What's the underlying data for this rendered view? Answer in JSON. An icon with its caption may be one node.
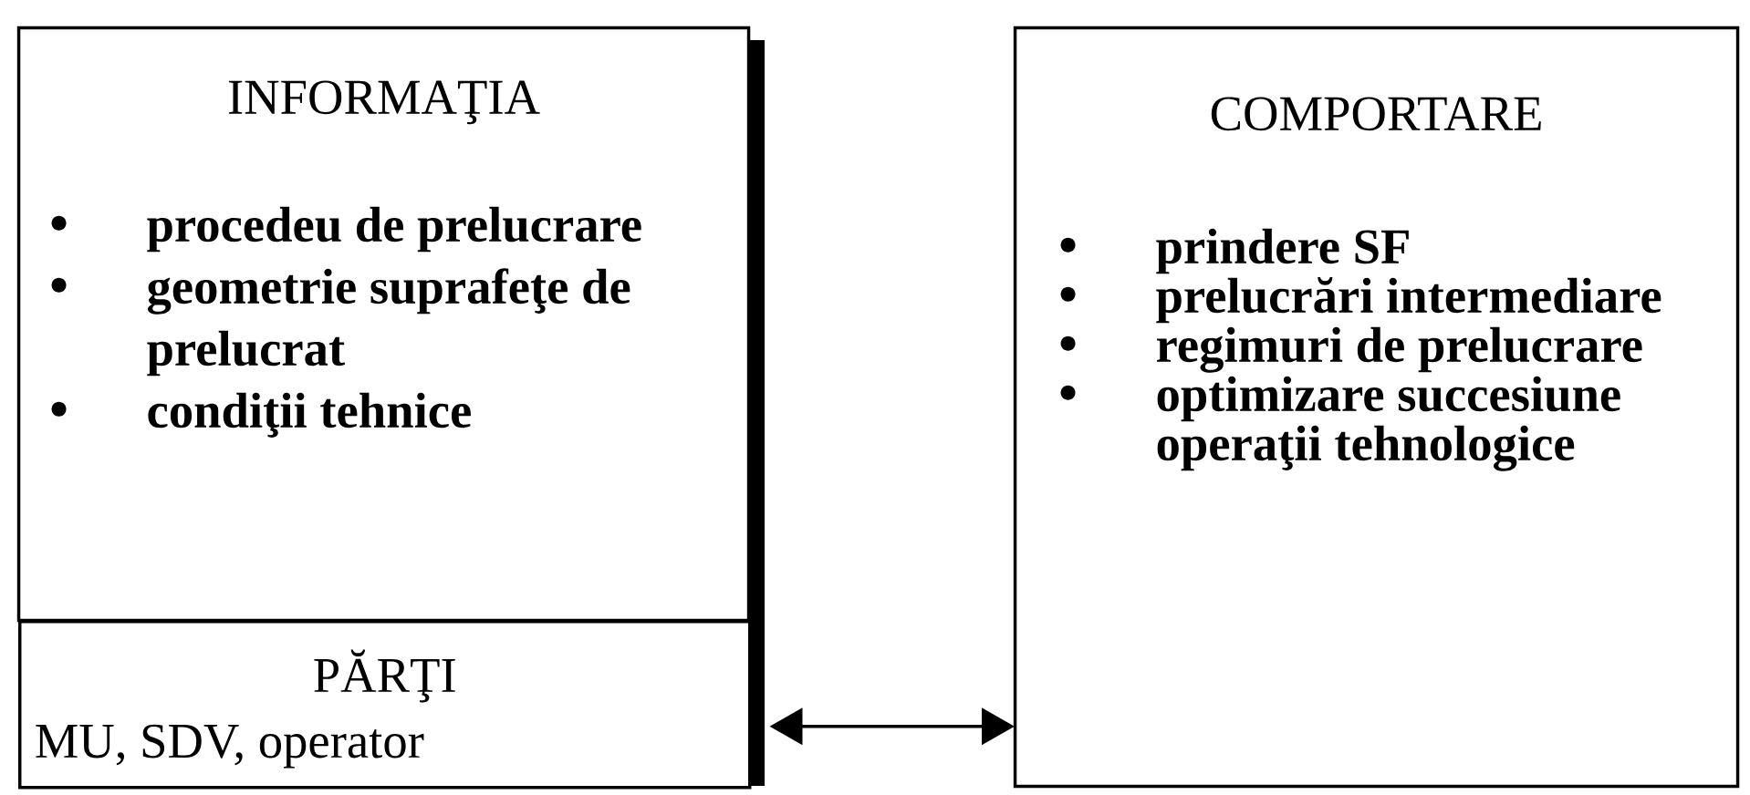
{
  "diagram": {
    "nodes": [
      {
        "text": [
          "INFORMAŢIA",
          "procedeu de prelucrare",
          "geometrie suprafeţe de prelucrat",
          "condiţii tehnice"
        ]
      },
      {
        "text": [
          "PĂRŢI",
          "MU, SDV, operator"
        ]
      },
      {
        "text": [
          "COMPORTARE",
          "prindere SF",
          "prelucrări intermediare",
          "regimuri de prelucrare",
          "optimizare succesiune operaţii tehnologice"
        ]
      }
    ],
    "edges": [
      {
        "from": 1,
        "to": 2,
        "arrow": "both"
      }
    ]
  }
}
